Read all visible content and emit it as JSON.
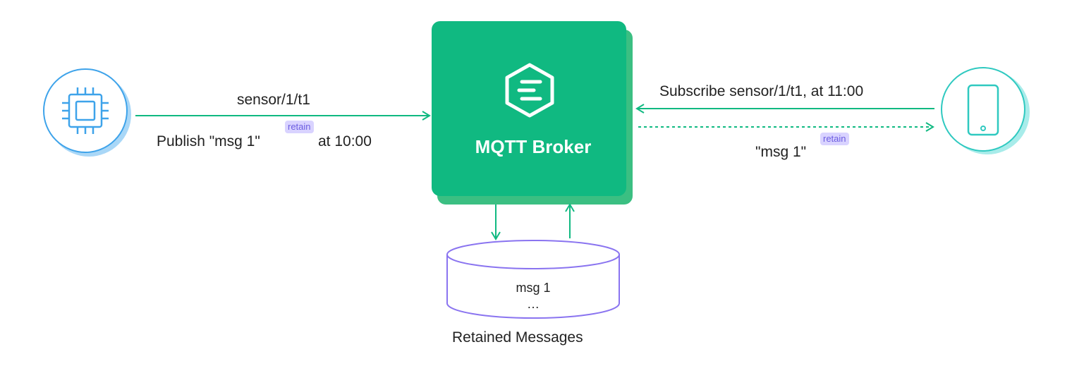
{
  "publisher": {
    "topic": "sensor/1/t1",
    "message_prefix": "Publish \"msg 1\"",
    "retain_badge": "retain",
    "time": "at 10:00"
  },
  "broker": {
    "title": "MQTT Broker"
  },
  "subscriber": {
    "subscribe_text": "Subscribe sensor/1/t1, at 11:00",
    "delivered_message": "\"msg 1\"",
    "retain_badge": "retain"
  },
  "store": {
    "item": "msg 1",
    "more": "…",
    "caption": "Retained Messages"
  },
  "icons": {
    "publisher": "chip-icon",
    "broker": "mqtt-logo-icon",
    "subscriber": "phone-icon"
  },
  "colors": {
    "green": "#10b981",
    "green_dark": "#3bbf82",
    "blue": "#3ea3ea",
    "cyan": "#2fc9c0",
    "purple": "#8a74f0",
    "badge_bg": "#d9d3ff"
  }
}
